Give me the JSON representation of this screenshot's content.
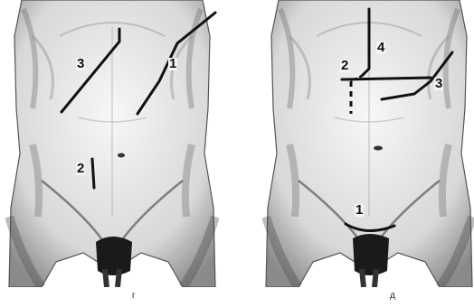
{
  "panels": [
    {
      "caption": "г",
      "incisions": [
        {
          "label": "1"
        },
        {
          "label": "2"
        },
        {
          "label": "3"
        }
      ]
    },
    {
      "caption": "д",
      "incisions": [
        {
          "label": "1"
        },
        {
          "label": "2"
        },
        {
          "label": "3"
        },
        {
          "label": "4"
        }
      ]
    }
  ]
}
